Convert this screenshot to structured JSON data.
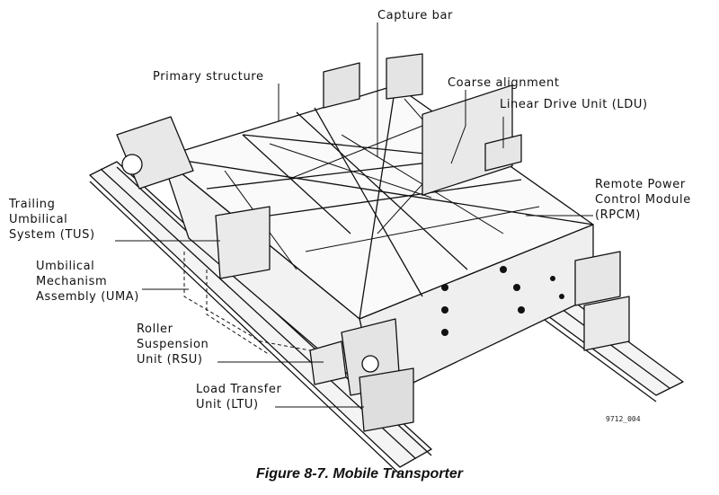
{
  "labels": {
    "capture_bar": "Capture bar",
    "primary_structure": "Primary structure",
    "coarse_alignment": "Coarse alignment",
    "ldu": "Linear Drive Unit (LDU)",
    "rpcm": [
      "Remote Power",
      "Control Module",
      "(RPCM)"
    ],
    "tus": [
      "Trailing",
      "Umbilical",
      "System (TUS)"
    ],
    "uma": [
      "Umbilical",
      "Mechanism",
      "Assembly (UMA)"
    ],
    "rsu": [
      "Roller",
      "Suspension",
      "Unit (RSU)"
    ],
    "ltu": [
      "Load Transfer",
      "Unit (LTU)"
    ]
  },
  "figure_id": "9712_004",
  "caption": "Figure 8-7. Mobile Transporter"
}
